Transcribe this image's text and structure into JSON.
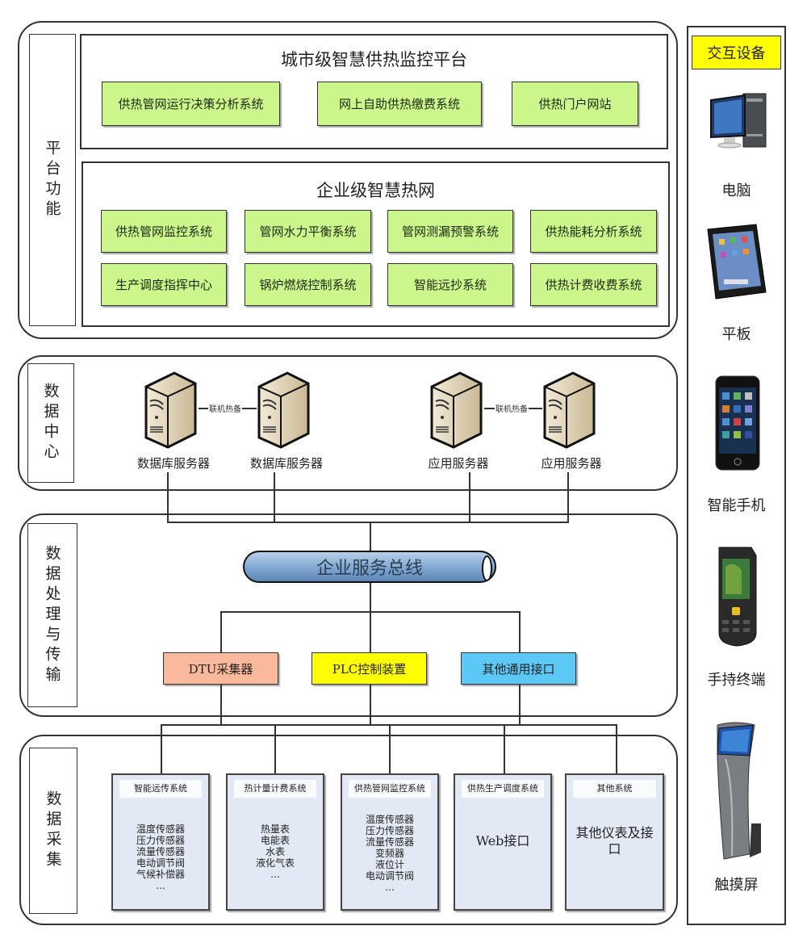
{
  "layers": {
    "platform": {
      "label": "平台功能",
      "city": {
        "title": "城市级智慧供热监控平台",
        "systems": [
          "供热管网运行决策分析系统",
          "网上自助供热缴费系统",
          "供热门户网站"
        ]
      },
      "enterprise": {
        "title": "企业级智慧热网",
        "systems_row1": [
          "供热管网监控系统",
          "管网水力平衡系统",
          "管网测漏预警系统",
          "供热能耗分析系统"
        ],
        "systems_row2": [
          "生产调度指挥中心",
          "锅炉燃烧控制系统",
          "智能远抄系统",
          "供热计费收费系统"
        ]
      }
    },
    "datacenter": {
      "label": "数据中心",
      "servers": [
        "数据库服务器",
        "数据库服务器",
        "应用服务器",
        "应用服务器"
      ],
      "hot_backup_label": "联机热备"
    },
    "processing": {
      "label": "数据处理与传输",
      "bus": "企业服务总线",
      "devices": [
        {
          "label": "DTU采集器",
          "color": "#f9b99a"
        },
        {
          "label": "PLC控制装置",
          "color": "#ffff00"
        },
        {
          "label": "其他通用接口",
          "color": "#5bc8f5"
        }
      ]
    },
    "collection": {
      "label": "数据采集",
      "systems": [
        {
          "title": "智能远传系统",
          "items": [
            "温度传感器",
            "压力传感器",
            "流量传感器",
            "电动调节阀",
            "气候补偿器",
            "..."
          ]
        },
        {
          "title": "热计量计费系统",
          "items": [
            "热量表",
            "电能表",
            "水表",
            "液化气表",
            "..."
          ]
        },
        {
          "title": "供热管网监控系统",
          "items": [
            "温度传感器",
            "压力传感器",
            "流量传感器",
            "变频器",
            "液位计",
            "电动调节阀",
            "..."
          ]
        },
        {
          "title": "供热生产调度系统",
          "big": "Web接口"
        },
        {
          "title": "其他系统",
          "big": "其他仪表及接口"
        }
      ]
    }
  },
  "interaction": {
    "title": "交互设备",
    "devices": [
      "电脑",
      "平板",
      "智能手机",
      "手持终端",
      "触摸屏"
    ]
  },
  "colors": {
    "green_box": "#ccf58c",
    "header_yellow": "#ffff00",
    "collection_box": "#e3e9f4",
    "bus_blue": "#8fb3d9"
  }
}
